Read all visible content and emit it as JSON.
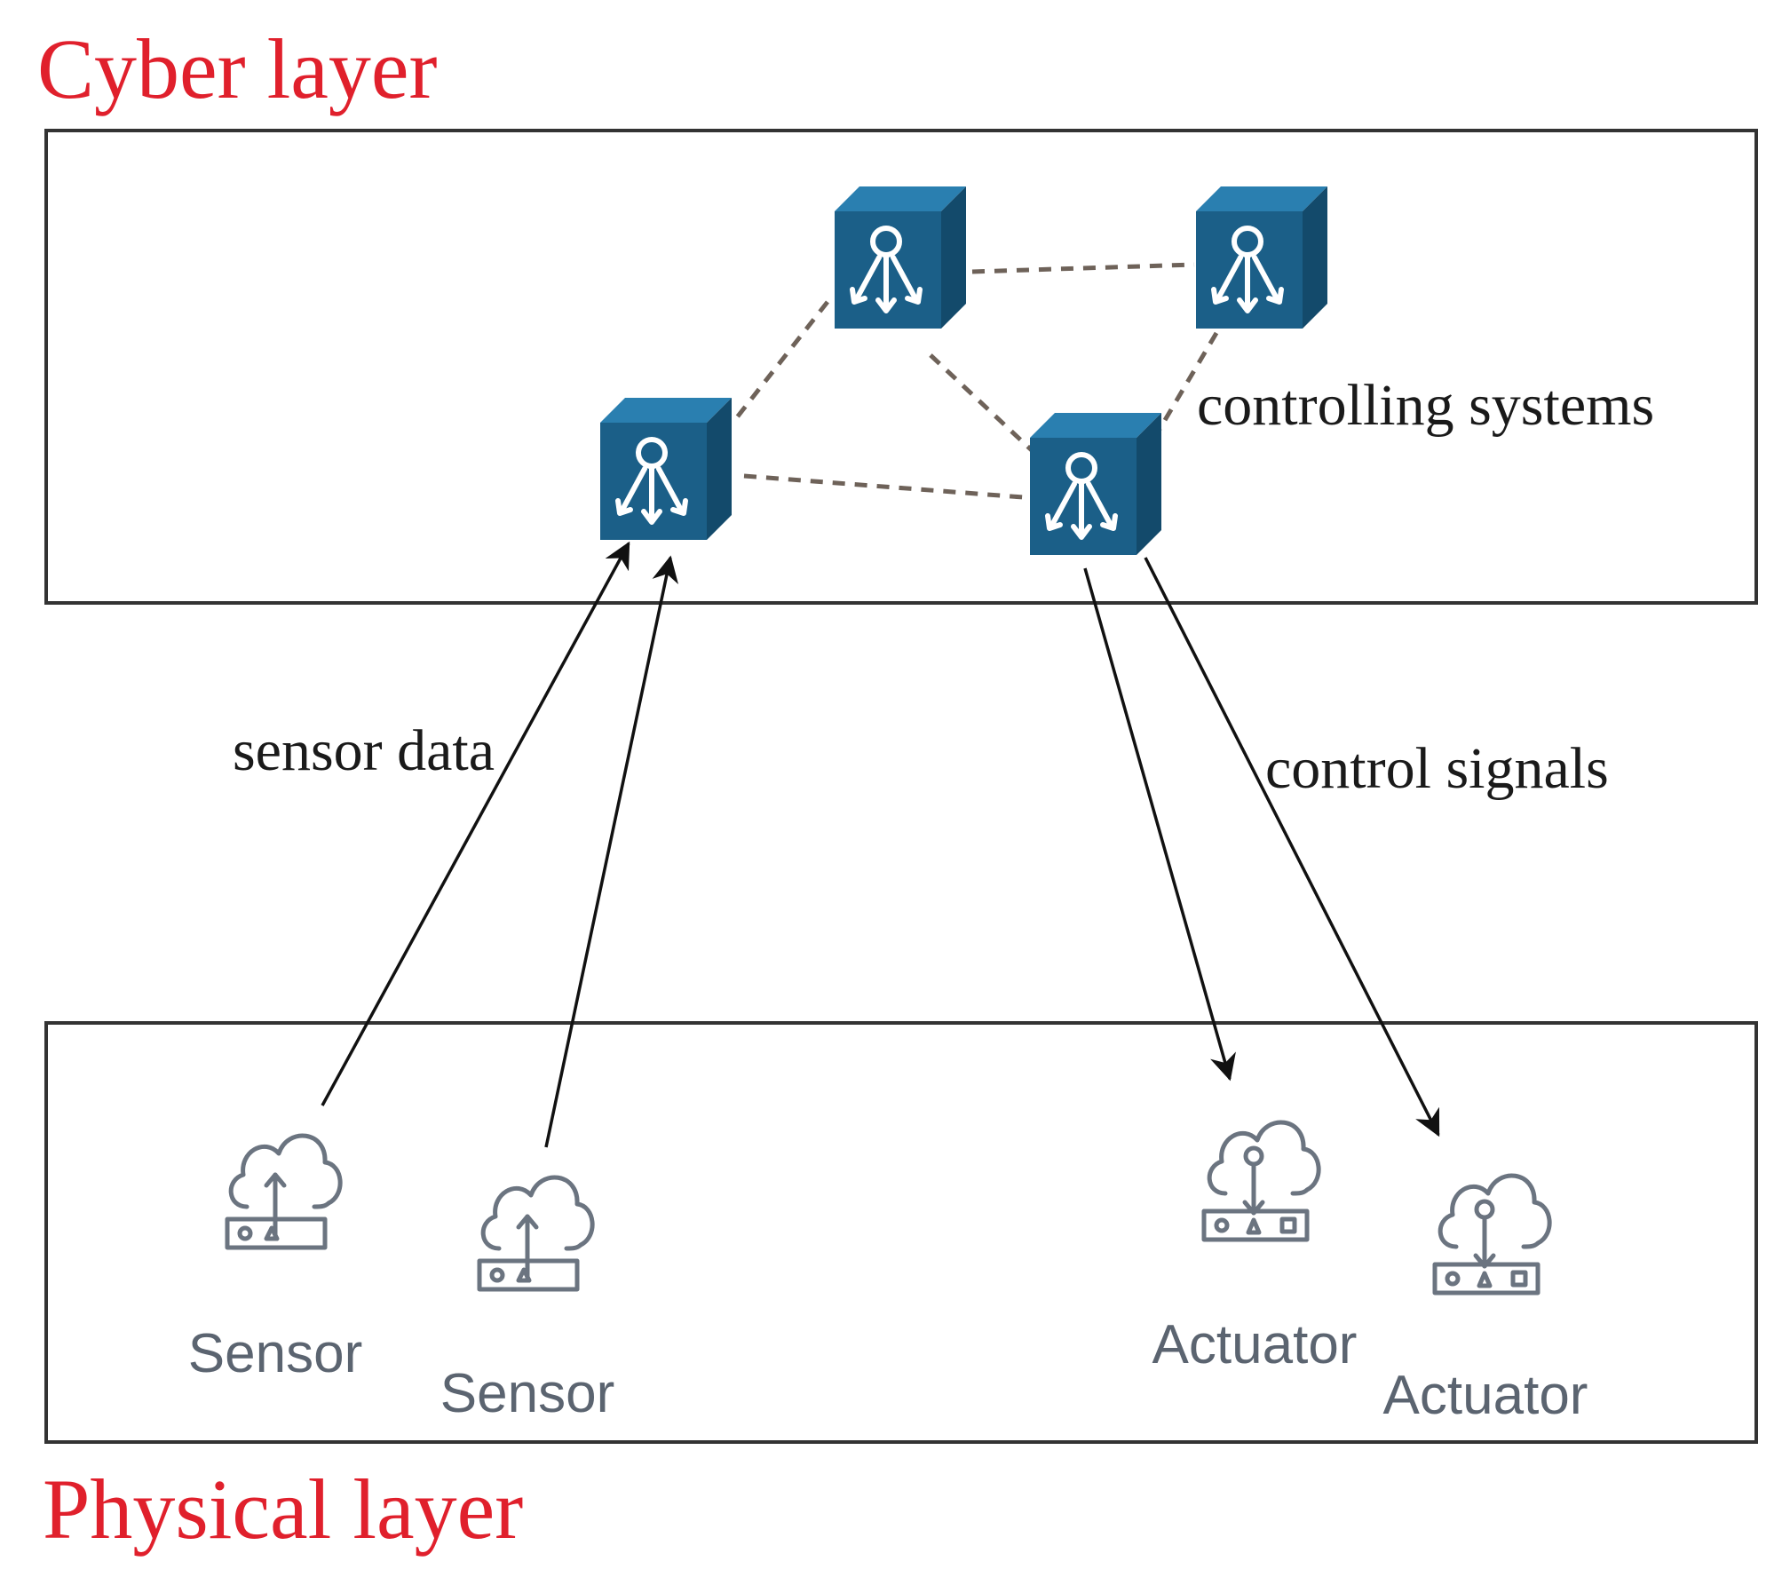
{
  "diagram": {
    "cyber_layer_title": "Cyber layer",
    "physical_layer_title": "Physical layer",
    "controlling_systems_label": "controlling systems",
    "sensor_data_label": "sensor data",
    "control_signals_label": "control signals",
    "sensors": [
      {
        "label": "Sensor"
      },
      {
        "label": "Sensor"
      }
    ],
    "actuators": [
      {
        "label": "Actuator"
      },
      {
        "label": "Actuator"
      }
    ],
    "colors": {
      "layer_title": "#e0202c",
      "controller_front": "#1b5f88",
      "controller_top": "#2a7fb0",
      "controller_side": "#134a6b",
      "device_stroke": "#6b7480"
    }
  }
}
